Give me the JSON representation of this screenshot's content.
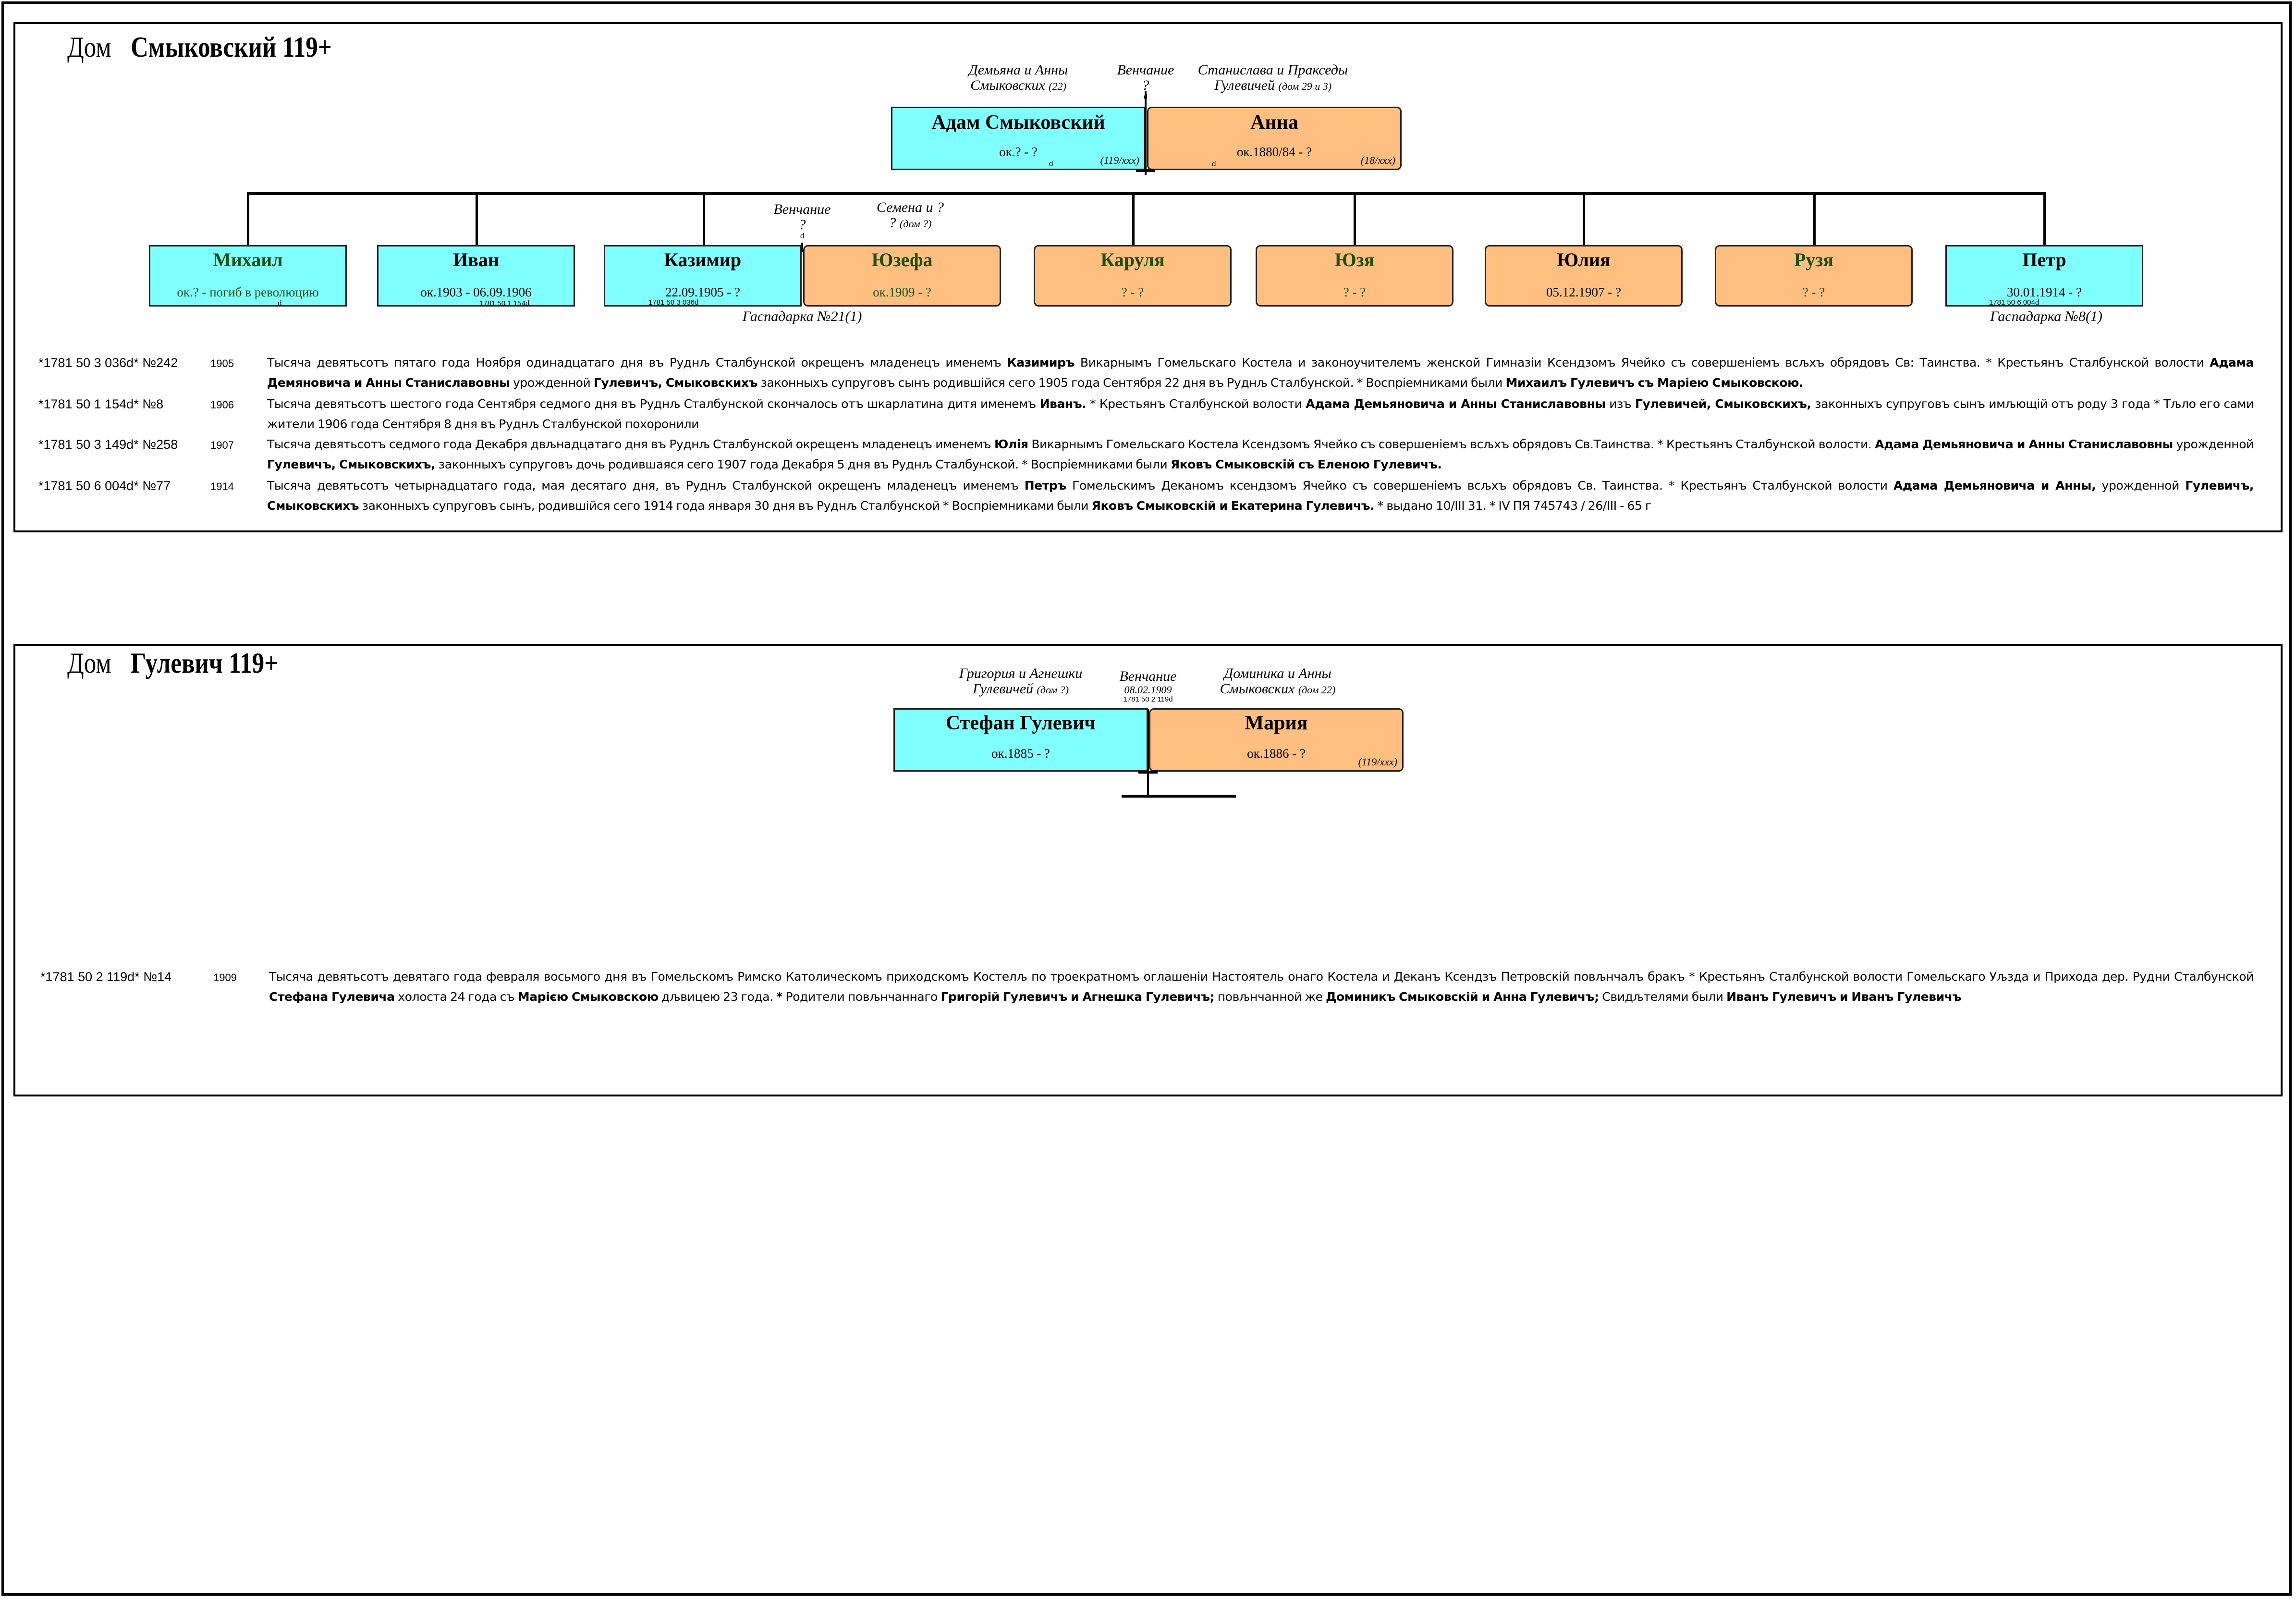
{
  "sections": [
    {
      "house_word": "Дом",
      "house_name": "Смыковский 119+",
      "groom_parents": [
        "Демьяна и Анны",
        "Смыковских",
        "(22)"
      ],
      "bride_parents": [
        "Станислава и Пракседы",
        "Гулевичей",
        "(дом 29 и 3)"
      ],
      "wedding": {
        "label": "Венчание",
        "date": "?",
        "ref": "d"
      },
      "husband": {
        "name": "Адам Смыковский",
        "dates": "ок.? - ?",
        "house": "(119/ххх)",
        "ref": "d"
      },
      "wife": {
        "name": "Анна",
        "dates": "ок.1880/84 - ?",
        "house": "(18/ххх)",
        "ref": "d"
      },
      "children": [
        {
          "name": "Михаил",
          "dates": "ок.? - погиб в революцию",
          "ref": "d"
        },
        {
          "name": "Иван",
          "dates": "ок.1903 - 06.09.1906",
          "ref": "1781 50 1 154d"
        },
        {
          "name": "Казимир",
          "dates": "22.09.1905 - ?",
          "ref": "1781 50 3 036d"
        },
        {
          "name": "Юзефа",
          "dates": "ок.1909 - ?"
        },
        {
          "name": "Каруля",
          "dates": "? - ?"
        },
        {
          "name": "Юзя",
          "dates": "? - ?"
        },
        {
          "name": "Юлия",
          "dates": "05.12.1907 - ?"
        },
        {
          "name": "Рузя",
          "dates": "? - ?"
        },
        {
          "name": "Петр",
          "dates": "30.01.1914 - ?",
          "ref": "1781 50 6 004d"
        }
      ],
      "kazimir_wedding": {
        "label": "Венчание",
        "date": "?",
        "ref": "d"
      },
      "kazimir_inlaws": [
        "Семена и ?",
        "?",
        "(дом ?)"
      ],
      "kazimir_farm": "Гаспадарка №21(1)",
      "petr_farm": "Гаспадарка №8(1)",
      "records": [
        {
          "ref": "*1781 50 3 036d* №242",
          "year": "1905",
          "html": "Тысяча девятьсотъ пятаго года Ноября одинадцатаго дня въ Руднљ Сталбунской окрещенъ младенецъ именемъ <b>Казимиръ</b> Викарнымъ Гомельскаго Костела и законоучителемъ женской Гимназіи Ксендзомъ Ячейко съ совершеніемъ всљхъ обрядовъ Св: Таинства. * Крестьянъ Сталбунской волости <b>Адама Демяновича и Анны Станиславовны</b> урожденной <b>Гулевичъ, Смыковскихъ</b> законныхъ супруговъ сынъ родившійся сего 1905 года Сентября 22 дня въ Руднљ Сталбунской. * Воспріемниками были <b>Михаилъ Гулевичъ съ Маріею Смыковскою.</b>"
        },
        {
          "ref": "*1781 50 1 154d* №8",
          "year": "1906",
          "html": "Тысяча девятьсотъ шестого года Сентября седмого дня въ Руднљ Сталбунской скончалось отъ шкарлатина дитя именемъ <b>Иванъ.</b> * Крестьянъ Сталбунской волости <b>Адама Демьяновича и Анны Станиславовны</b> изъ <b>Гулевичей, Смыковскихъ,</b> законныхъ супруговъ сынъ имљющій отъ роду 3 года * Тљло его сами жители 1906 года Сентября 8 дня въ Руднљ Сталбунской похоронили"
        },
        {
          "ref": "*1781 50 3 149d* №258",
          "year": "1907",
          "html": "Тысяча девятьсотъ седмого года Декабря двљнадцатаго дня въ Руднљ Сталбунской окрещенъ младенецъ именемъ <b>Юлія</b> Викарнымъ Гомельскаго Костела Ксендзомъ Ячейко съ совершеніемъ всљхъ обрядовъ Св.Таинства. * Крестьянъ Сталбунской волости. <b>Адама Демьяновича и Анны Станиславовны</b> урожденной <b>Гулевичъ, Смыковскихъ,</b> законныхъ супруговъ дочь родившаяся сего 1907 года Декабря 5 дня въ Руднљ Сталбунской. * Воспріемниками были <b>Яковъ Смыковскій съ Еленою Гулевичъ.</b>"
        },
        {
          "ref": "*1781 50 6 004d* №77",
          "year": "1914",
          "html": "Тысяча девятьсотъ четырнадцатаго года, мая десятаго дня, въ Руднљ Сталбунской окрещенъ младенецъ именемъ <b>Петръ</b> Гомельскимъ Деканомъ ксендзомъ Ячейко съ совершеніемъ всљхъ обрядовъ Св. Таинства. * Крестьянъ Сталбунской волости <b>Адама Демьяновича и Анны,</b> урожденной <b>Гулевичъ, Смыковскихъ</b> законныхъ супруговъ сынъ, родившійся сего 1914 года января 30 дня въ Руднљ Сталбунской * Воспріемниками были <b>Яковъ Смыковскій и Екатерина Гулевичъ.</b> * выдано 10/III 31. * IV ПЯ 745743 / 26/III - 65 г"
        }
      ]
    },
    {
      "house_word": "Дом",
      "house_name": "Гулевич 119+",
      "groom_parents": [
        "Григория и Агнешки",
        "Гулевичей",
        "(дом ?)"
      ],
      "bride_parents": [
        "Доминика и Анны",
        "Смыковских",
        "(дом 22)"
      ],
      "wedding": {
        "label": "Венчание",
        "date": "08.02.1909",
        "ref": "1781 50 2 119d"
      },
      "husband": {
        "name": "Стефан Гулевич",
        "dates": "ок.1885 - ?"
      },
      "wife": {
        "name": "Мария",
        "dates": "ок.1886 - ?",
        "house": "(119/ххх)"
      },
      "records": [
        {
          "ref": "*1781 50 2 119d* №14",
          "year": "1909",
          "html": "Тысяча девятьсотъ девятаго года февраля восьмого дня въ Гомельскомъ Римско Католическомъ приходскомъ Костелљ по троекратномъ оглашеніи Настоятель онаго Костела и Деканъ Ксендзъ Петровскій повљнчалъ бракъ * Крестьянъ Сталбунской волости Гомельскаго Уљзда и Прихода дер. Рудни Сталбунской <b>Стефана Гулевича</b> холоста 24 года съ <b>Марією Смыковскою</b> дљвицею 23 года. <b>*</b> Родители повљнчаннаго <b>Григорій Гулевичъ и Агнешка Гулевичъ;</b> повљнчанной же <b>Доминикъ Смыковскій и Анна Гулевичъ;</b> Свидљтелями были <b>Иванъ Гулевичъ и Иванъ Гулевичъ</b>"
        }
      ]
    }
  ]
}
